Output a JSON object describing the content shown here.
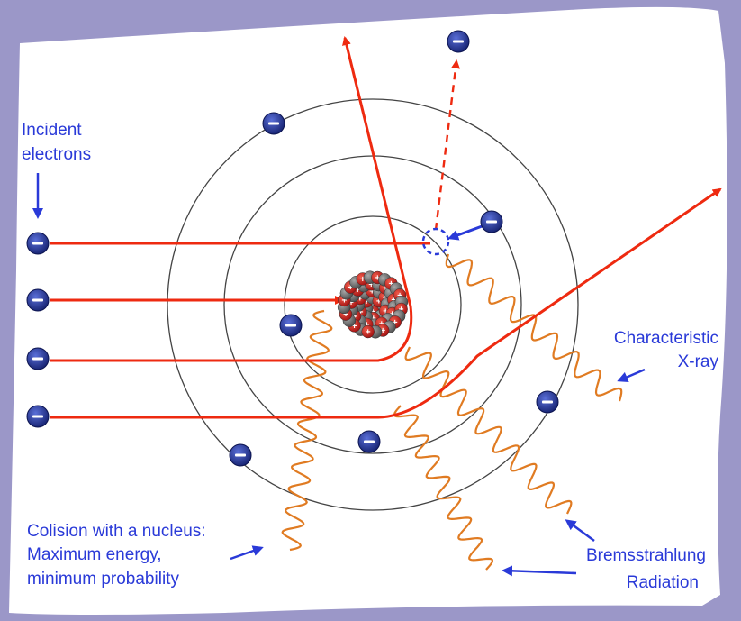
{
  "labels": {
    "incident_line1": "Incident",
    "incident_line2": "electrons",
    "characteristic_line1": "Characteristic",
    "characteristic_line2": "X-ray",
    "collision_line1": "Colision with a nucleus:",
    "collision_line2": "Maximum energy,",
    "collision_line3": "minimum probability",
    "brems_line1": "Bremsstrahlung",
    "brems_line2": "Radiation"
  },
  "colors": {
    "background": "#9b97c8",
    "paper": "#ffffff",
    "electron": "#1a2e8a",
    "electron_path": "#ee2a10",
    "photon": "#e07b22",
    "label": "#2a3ad8",
    "nucleus_proton": "#c81e1e",
    "nucleus_neutron": "#6e6e6e",
    "orbit": "#444444"
  },
  "glyphs": {
    "electron_sign": "−",
    "proton_sign": "+"
  }
}
